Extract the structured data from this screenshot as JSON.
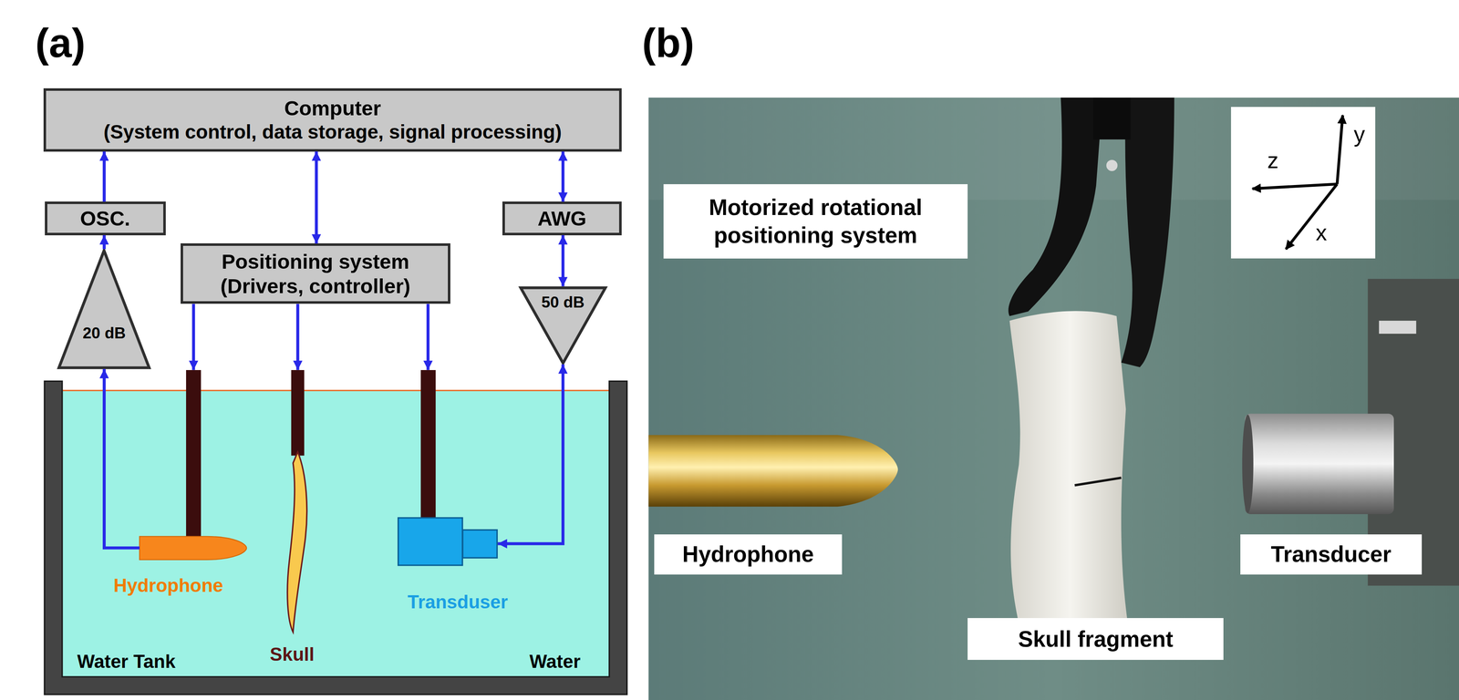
{
  "diagram": {
    "nodes": [
      {
        "text": [
          "Computer",
          "(System control, data storage, signal processing)"
        ]
      },
      {
        "text": [
          "OSC."
        ]
      },
      {
        "text": [
          "Positioning system",
          "(Drivers, controller)"
        ]
      },
      {
        "text": [
          "AWG"
        ]
      },
      {
        "text": [
          "20 dB"
        ]
      },
      {
        "text": [
          "50 dB"
        ]
      },
      {
        "text": [
          "Water Tank",
          "Water"
        ]
      },
      {
        "text": [
          "Hydrophone"
        ],
        "in": 6
      },
      {
        "text": [
          "Skull"
        ],
        "in": 6
      },
      {
        "text": [
          "Transduser"
        ],
        "in": 6
      },
      {
        "text": [
          "Motorized rotational positioning system"
        ]
      },
      {
        "text": [
          "Hydrophone"
        ]
      },
      {
        "text": [
          "Skull fragment"
        ]
      },
      {
        "text": [
          "Transducer"
        ]
      }
    ],
    "edges": [
      {
        "from": 1,
        "to": 0,
        "arrow": "to"
      },
      {
        "from": 4,
        "to": 1,
        "arrow": "to"
      },
      {
        "from": 7,
        "to": 4,
        "arrow": "to"
      },
      {
        "from": 2,
        "to": 0,
        "arrow": "both"
      },
      {
        "from": 2,
        "to": 7,
        "arrow": "to"
      },
      {
        "from": 2,
        "to": 8,
        "arrow": "to"
      },
      {
        "from": 2,
        "to": 9,
        "arrow": "to"
      },
      {
        "from": 3,
        "to": 0,
        "arrow": "both"
      },
      {
        "from": 5,
        "to": 3,
        "arrow": "both"
      },
      {
        "from": 5,
        "to": 9,
        "arrow": "both"
      }
    ],
    "labels": [
      "(a)",
      "(b)",
      "z",
      "y",
      "x"
    ]
  }
}
